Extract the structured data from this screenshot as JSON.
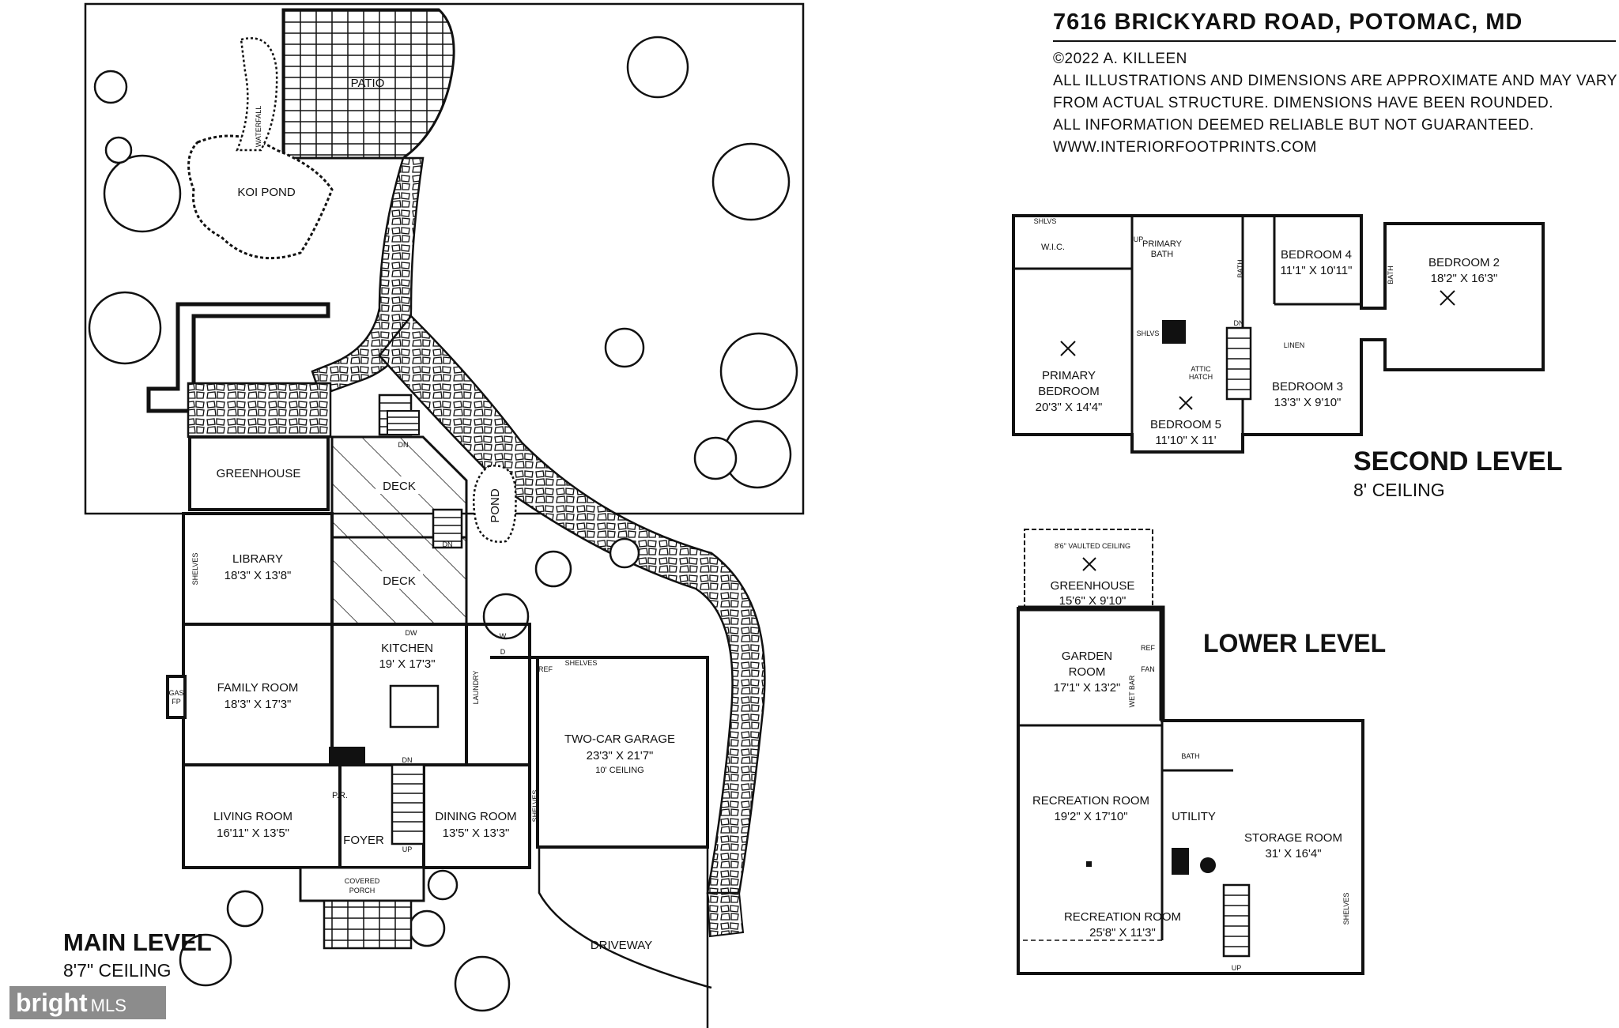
{
  "header": {
    "address": "7616 BRICKYARD ROAD, POTOMAC, MD",
    "copyright": "©2022 A. KILLEEN",
    "disclaimer": [
      "ALL ILLUSTRATIONS AND DIMENSIONS ARE APPROXIMATE AND MAY VARY",
      "FROM ACTUAL STRUCTURE. DIMENSIONS HAVE BEEN ROUNDED.",
      "ALL INFORMATION DEEMED RELIABLE BUT NOT GUARANTEED.",
      "WWW.INTERIORFOOTPRINTS.COM"
    ]
  },
  "levels": {
    "main": {
      "title": "MAIN LEVEL",
      "ceiling": "8'7\" CEILING"
    },
    "second": {
      "title": "SECOND LEVEL",
      "ceiling": "8' CEILING"
    },
    "lower": {
      "title": "LOWER LEVEL"
    }
  },
  "site": {
    "patio": "PATIO",
    "koi_pond": "KOI POND",
    "waterfall": "WATERFALL",
    "greenhouse": "GREENHOUSE",
    "deck_upper": "DECK",
    "deck_lower": "DECK",
    "pond": "POND",
    "driveway": "DRIVEWAY",
    "covered_porch": [
      "COVERED",
      "PORCH"
    ]
  },
  "main_rooms": {
    "library": {
      "name": "LIBRARY",
      "dims": "18'3\" X 13'8\""
    },
    "family": {
      "name": "FAMILY ROOM",
      "dims": "18'3\" X 17'3\""
    },
    "kitchen": {
      "name": "KITCHEN",
      "dims": "19' X 17'3\""
    },
    "garage": {
      "name": "TWO-CAR GARAGE",
      "dims": "23'3\" X 21'7\"",
      "note": "10' CEILING"
    },
    "living": {
      "name": "LIVING ROOM",
      "dims": "16'11\" X 13'5\""
    },
    "dining": {
      "name": "DINING ROOM",
      "dims": "13'5\" X 13'3\""
    },
    "foyer": "FOYER",
    "powder": "P.R.",
    "laundry": "LAUNDRY",
    "gas_fp": [
      "GAS",
      "FP"
    ],
    "shelves": "SHELVES",
    "dn": "DN",
    "up": "UP",
    "ref": "REF",
    "dw": "DW",
    "w": "W",
    "d": "D"
  },
  "second_rooms": {
    "primary_bedroom": {
      "name": [
        "PRIMARY",
        "BEDROOM"
      ],
      "dims": "20'3\" X 14'4\""
    },
    "primary_bath": [
      "PRIMARY",
      "BATH"
    ],
    "wic": "W.I.C.",
    "shlvs": "SHLVS",
    "bedroom4": {
      "name": "BEDROOM 4",
      "dims": "11'1\" X 10'11\""
    },
    "bedroom2": {
      "name": "BEDROOM 2",
      "dims": "18'2\" X 16'3\""
    },
    "bedroom3": {
      "name": "BEDROOM 3",
      "dims": "13'3\" X 9'10\""
    },
    "bedroom5": {
      "name": "BEDROOM 5",
      "dims": "11'10\" X 11'"
    },
    "bath": "BATH",
    "linen": "LINEN",
    "attic": [
      "ATTIC",
      "HATCH"
    ],
    "dn": "DN",
    "up": "UP"
  },
  "lower_rooms": {
    "greenhouse": {
      "note": "8'6\" VAULTED CEILING",
      "name": "GREENHOUSE",
      "dims": "15'6\" X 9'10\""
    },
    "garden": {
      "name": [
        "GARDEN",
        "ROOM"
      ],
      "dims": "17'1\" X 13'2\""
    },
    "wet_bar": "WET BAR",
    "ref": "REF",
    "fan": "FAN",
    "bath": "BATH",
    "recreation1": {
      "name": "RECREATION ROOM",
      "dims": "19'2\" X 17'10\""
    },
    "utility": "UTILITY",
    "storage": {
      "name": "STORAGE ROOM",
      "dims": "31' X 16'4\""
    },
    "recreation2": {
      "name": "RECREATION ROOM",
      "dims": "25'8\" X 11'3\""
    },
    "shelves": "SHELVES",
    "up": "UP"
  },
  "watermark": {
    "brand": "bright",
    "suffix": "MLS"
  }
}
